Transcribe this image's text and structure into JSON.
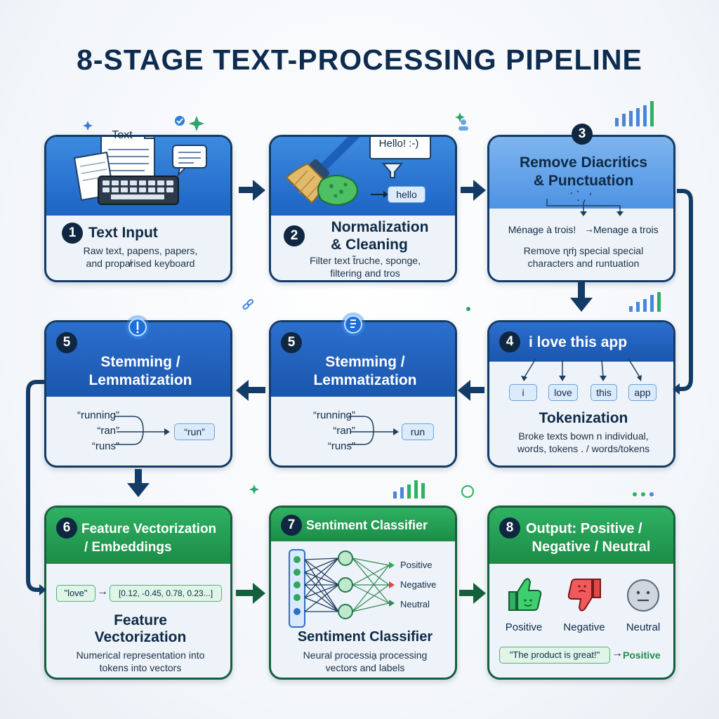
{
  "title": "8-STAGE TEXT-PROCESSING PIPELINE",
  "colors": {
    "navy": "#0d2c4f",
    "blue": "#1e64c4",
    "light_blue": "#4d93e3",
    "green": "#1c8c47",
    "border_blue": "#123b66",
    "border_green": "#14603c"
  },
  "stages": {
    "s1": {
      "number": "1",
      "title": "Text Input",
      "doc_label": "Text",
      "desc": [
        "Raw text, papens, papers,",
        "and propa̸rised keyboard"
      ]
    },
    "s2": {
      "number": "2",
      "title": [
        "Normalization",
        "& Cleaning"
      ],
      "window_text": "Hello! :-)",
      "output_chip": "hello",
      "desc": [
        "Filter text t̃ruche, sponge,",
        "filtering and tros"
      ]
    },
    "s3": {
      "number": "3",
      "title": [
        "Remove Diacritics",
        "& Punctuation"
      ],
      "symbols": "´ .̀  ,  ’",
      "example_in": "Ménage à trois!",
      "example_out": "Menage a trois",
      "desc": [
        "Remove ɳɱ́ special special",
        "characters and runtuation"
      ]
    },
    "s4": {
      "number": "4",
      "sentence": "i love this app",
      "tokens": [
        "i",
        "love",
        "this",
        "app"
      ],
      "title": "Tokenization",
      "desc": [
        "Broke texts bown n individual,",
        "words, tokens . / words/tokens"
      ]
    },
    "s5a": {
      "number": "5",
      "title": [
        "Stemming /",
        "Lemmatization"
      ],
      "forms": [
        "“running”",
        "“ran”",
        "“runs”"
      ],
      "result": "“run”"
    },
    "s5b": {
      "number": "5",
      "title": [
        "Stemming /",
        "Lemmatization"
      ],
      "forms": [
        "“running”",
        "“ran”",
        "“runs”"
      ],
      "result": "run"
    },
    "s6": {
      "number": "6",
      "header": [
        "Feature Vectorization",
        "/ Embeddings"
      ],
      "token_chip": "\"love\"",
      "vector_chip": "[0.12, -0.45, 0.78, 0.23...]",
      "title": [
        "Feature",
        "Vectorization"
      ],
      "desc": [
        "Numerical representation into",
        "tokens into vectors"
      ]
    },
    "s7": {
      "number": "7",
      "header": "Sentiment Classifier",
      "outputs": [
        "Positive",
        "Negative",
        "Neutral"
      ],
      "title": "Sentiment Classifier",
      "desc": [
        "Neural processia̱ processing",
        "vectors and labels"
      ]
    },
    "s8": {
      "number": "8",
      "header": [
        "Output: Positive /",
        "Negative / Neutral"
      ],
      "labels": [
        "Positive",
        "Negative",
        "Neutral"
      ],
      "example": "\"The product is great!\"",
      "example_result": "Positive"
    }
  }
}
